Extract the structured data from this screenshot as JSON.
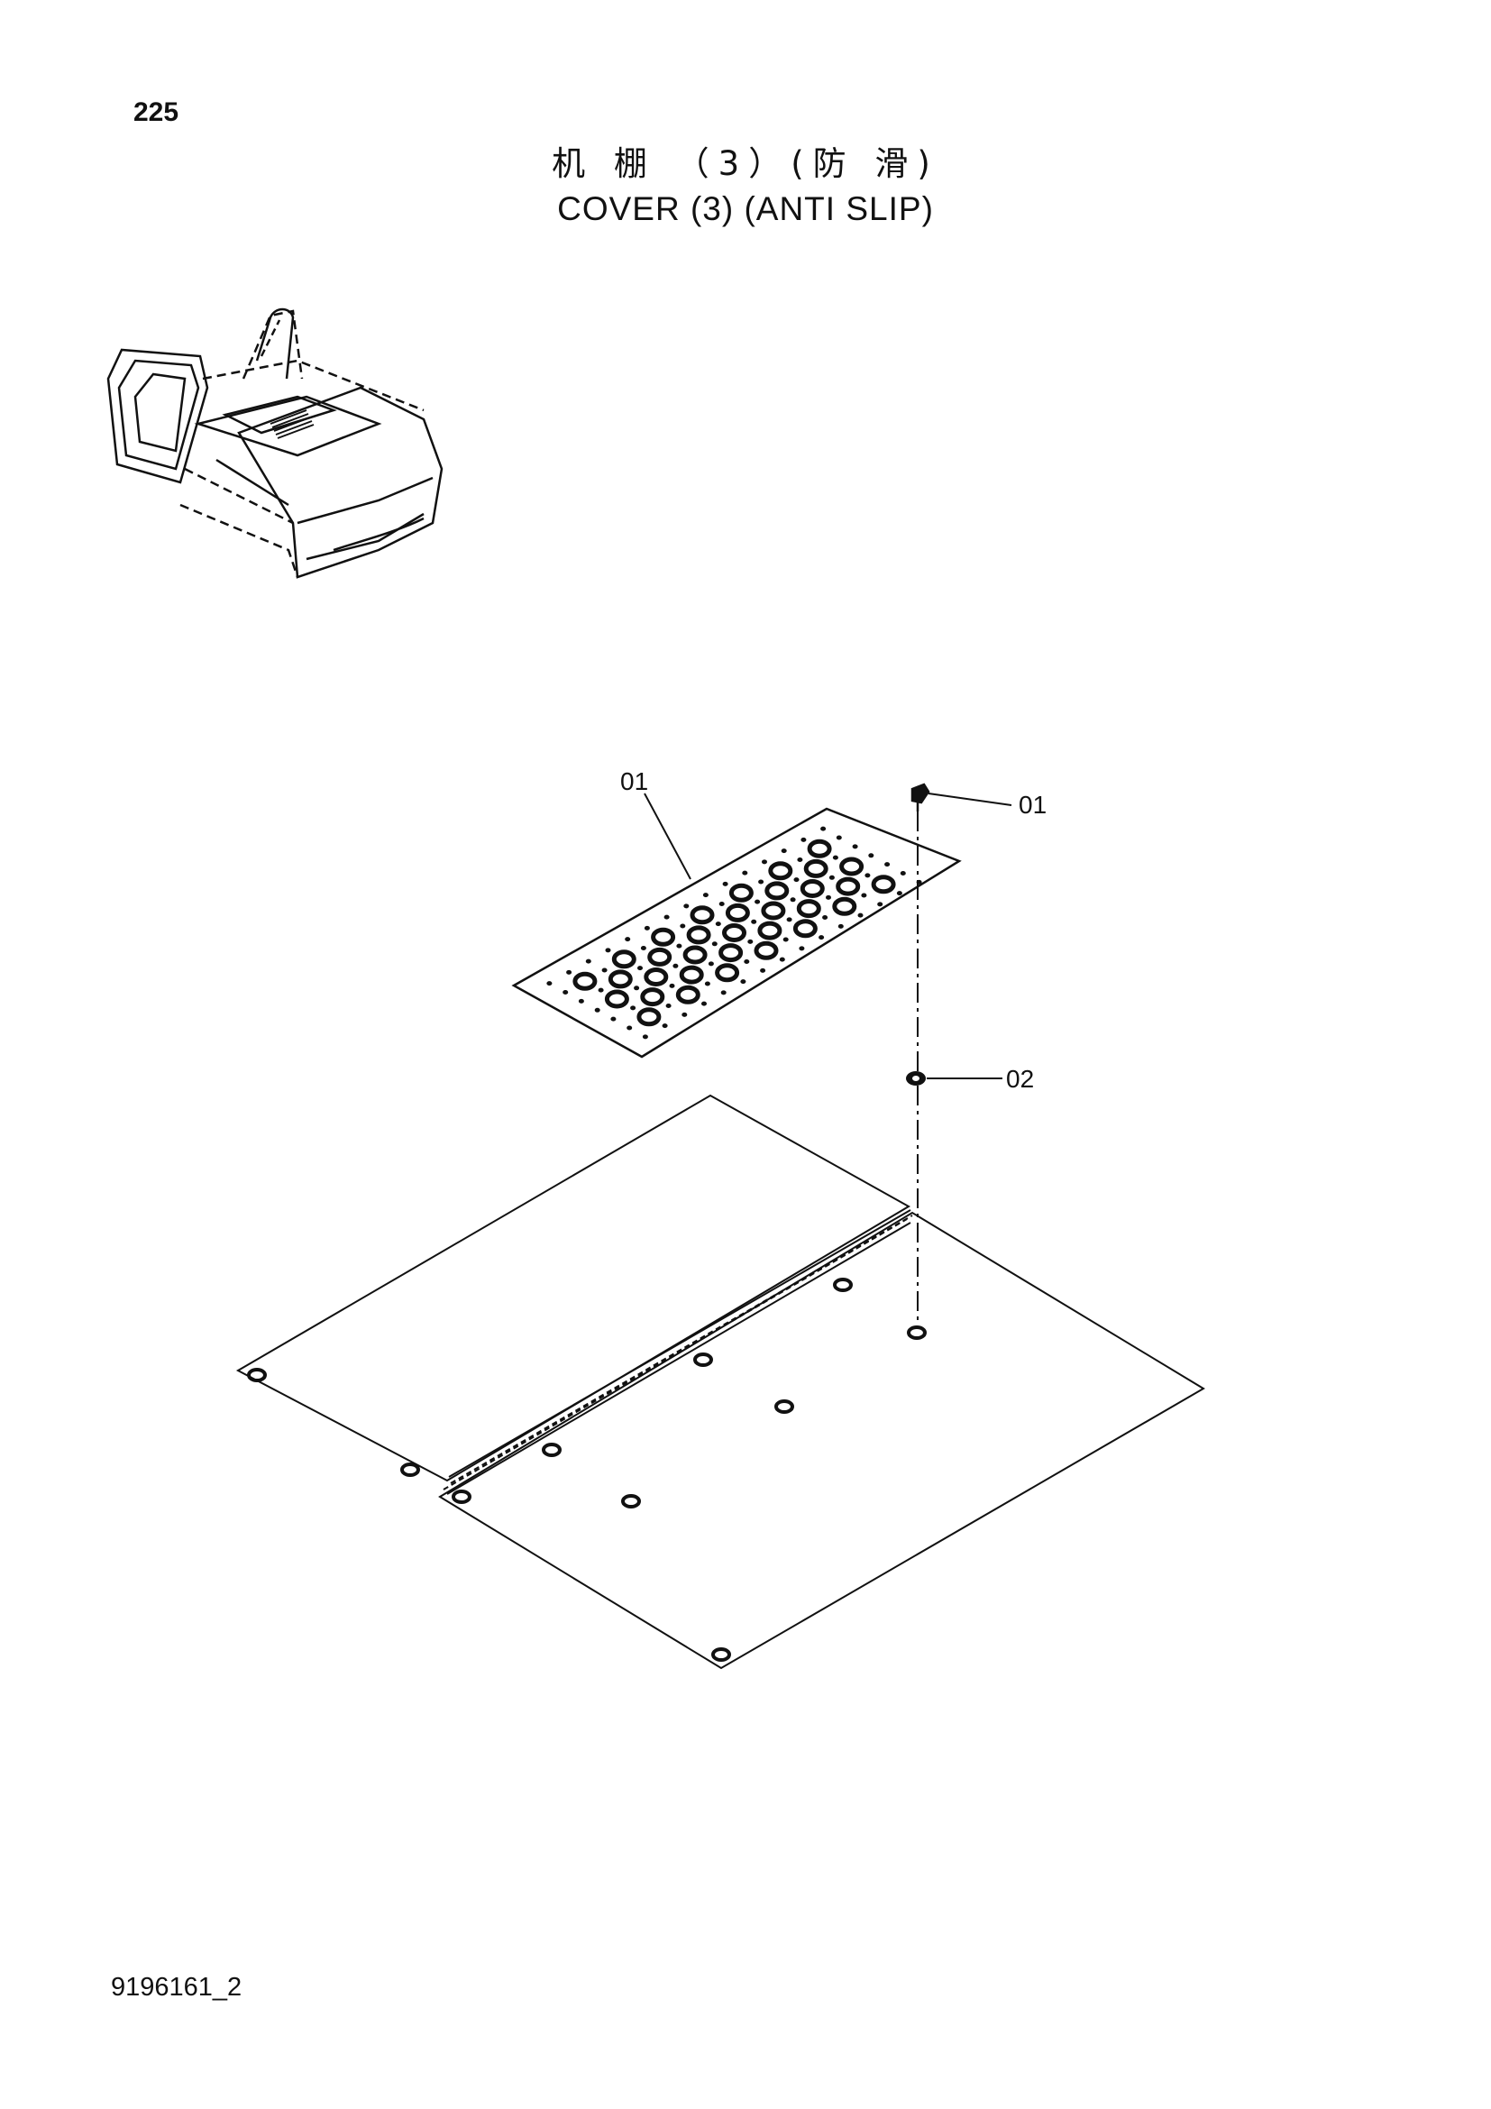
{
  "page": {
    "number": "225",
    "title_cn": "机 棚 （3）(防 滑)",
    "title_en": "COVER (3) (ANTI SLIP)",
    "drawing_code": "9196161_2"
  },
  "callouts": {
    "plate": "01",
    "bolt": "01",
    "washer": "02"
  }
}
